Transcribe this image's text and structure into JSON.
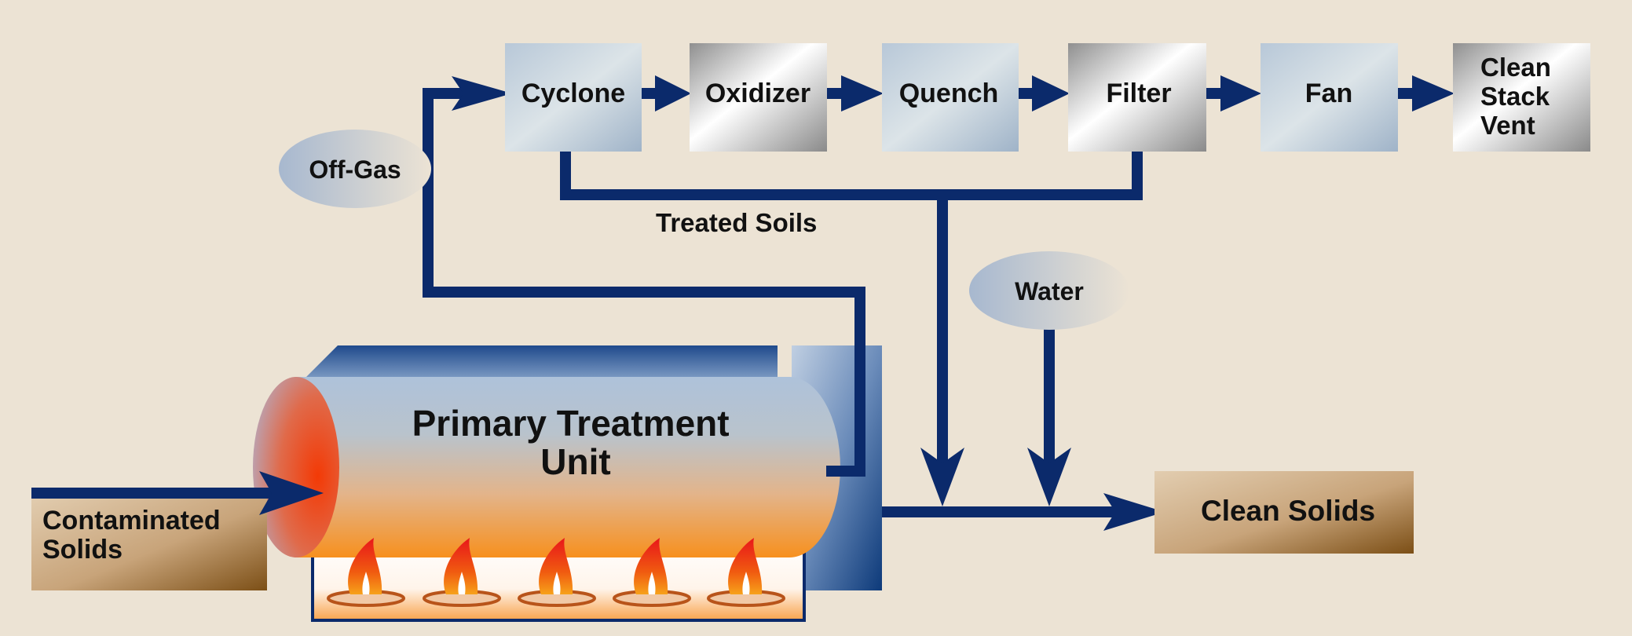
{
  "diagram": {
    "process_boxes": [
      {
        "label": "Cyclone"
      },
      {
        "label": "Oxidizer"
      },
      {
        "label": "Quench"
      },
      {
        "label": "Filter"
      },
      {
        "label": "Fan"
      },
      {
        "label_lines": [
          "Clean",
          "Stack",
          "Vent"
        ]
      }
    ],
    "off_gas_label": "Off-Gas",
    "treated_soils_label": "Treated Soils",
    "water_label": "Water",
    "primary_unit_lines": [
      "Primary Treatment",
      "Unit"
    ],
    "input_label_lines": [
      "Contaminated",
      "Solids"
    ],
    "output_label": "Clean Solids",
    "burner_count": 5,
    "colors": {
      "background": "#ece3d4",
      "flow_arrows": "#0b2a6b",
      "steel_box_light": "#d4dee6",
      "steel_box_silver": "#c8c8c8",
      "soil_brown": "#8a5a1a",
      "flame": "#e03010"
    }
  }
}
